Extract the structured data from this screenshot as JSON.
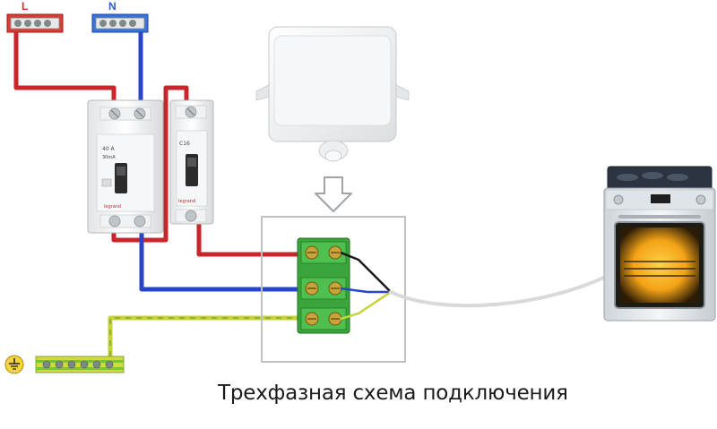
{
  "labels": {
    "live_bus": "L",
    "neutral_bus": "N",
    "caption": "Трехфазная схема подключения"
  },
  "rcd": {
    "rating_text": "40 A",
    "sensitivity_text": "30mA",
    "brand": "legrand"
  },
  "breaker": {
    "rating_text": "C16",
    "brand": "legrand"
  },
  "colors": {
    "phase_wire": "#c8262a",
    "neutral_wire": "#2a45c8",
    "ground_wire": "#c6d23a",
    "cable": "#d9d9d9",
    "terminal_green": "#3aa53a",
    "oven_body": "#e8ecef",
    "oven_light": "#f4a316"
  },
  "icons": [
    "ground-symbol-icon",
    "down-arrow-icon"
  ]
}
